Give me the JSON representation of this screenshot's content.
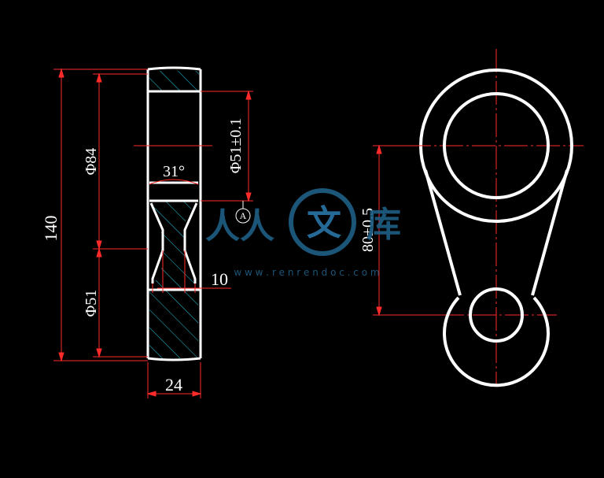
{
  "colors": {
    "background": "#000000",
    "outline": "#ffffff",
    "dimension": "#ff2a2a",
    "centerline": "#ff2a2a",
    "hatch": "#20c8e0",
    "watermark": "#1f5f86"
  },
  "dimensions": {
    "overall_height": "140",
    "dia_84": "Φ84",
    "dia_51_left": "Φ51",
    "dia_51_tol": "Φ51±0.1",
    "angle": "31°",
    "depth": "10",
    "width": "24",
    "center_distance": "80±0.5",
    "datum": "A"
  },
  "watermark": {
    "chars_left": "人人",
    "char_mid": "文",
    "char_right": "库",
    "url": "w w w . r e n r e n d o c . c o m"
  }
}
